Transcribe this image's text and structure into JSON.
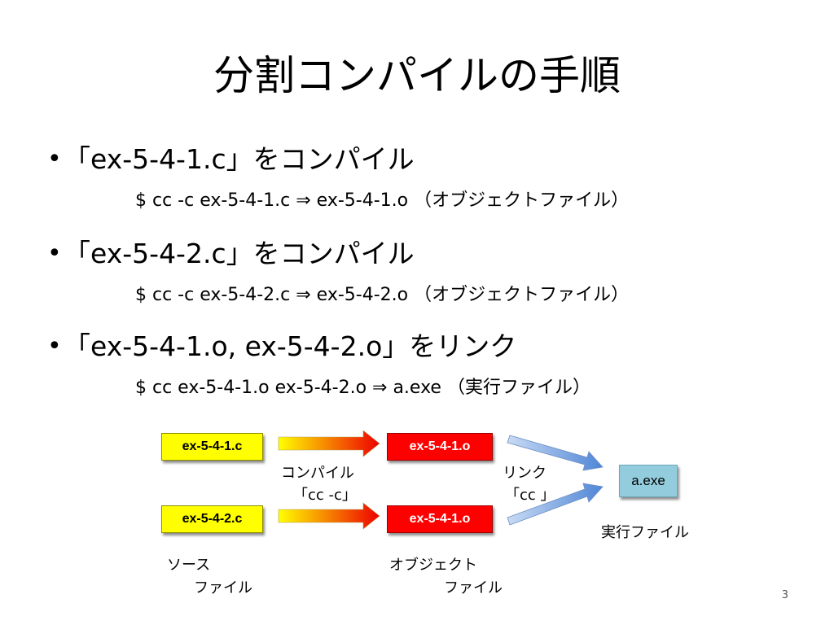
{
  "title": "分割コンパイルの手順",
  "bullets": [
    {
      "text": "「ex-5-4-1.c」をコンパイル",
      "command": "$ cc -c ex-5-4-1.c ⇒ ex-5-4-1.o （オブジェクトファイル）"
    },
    {
      "text": "「ex-5-4-2.c」をコンパイル",
      "command": "$ cc -c ex-5-4-2.c ⇒ ex-5-4-2.o （オブジェクトファイル）"
    },
    {
      "text": "「ex-5-4-1.o, ex-5-4-2.o」をリンク",
      "command": "$ cc ex-5-4-1.o ex-5-4-2.o ⇒ a.exe （実行ファイル）"
    }
  ],
  "bullet_symbol": "•",
  "diagram": {
    "source_files": [
      "ex-5-4-1.c",
      "ex-5-4-2.c"
    ],
    "object_files": [
      "ex-5-4-1.o",
      "ex-5-4-1.o"
    ],
    "executable": "a.exe",
    "compile_label_line1": "コンパイル",
    "compile_label_line2": "「cc -c」",
    "link_label_line1": "リンク",
    "link_label_line2": "「cc 」",
    "exe_caption": "実行ファイル",
    "source_caption_line1": "ソース",
    "source_caption_line2": "ファイル",
    "object_caption_line1": "オブジェクト",
    "object_caption_line2": "ファイル",
    "colors": {
      "source": "#ffff00",
      "object": "#ff0000",
      "executable": "#93cddd",
      "link_arrow": "#5b8fd9"
    }
  },
  "page_number": "3"
}
